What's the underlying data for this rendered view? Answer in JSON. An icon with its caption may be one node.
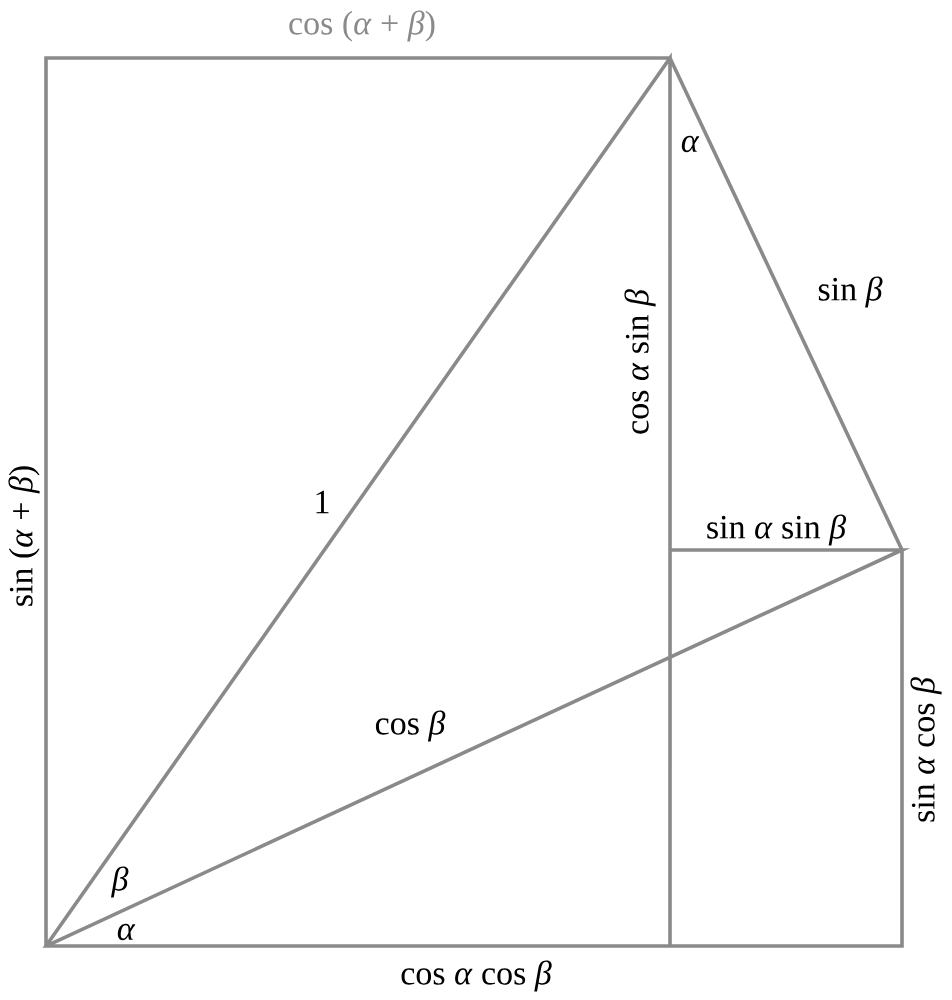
{
  "diagram": {
    "labels": [
      "cos (*α* + *β*)",
      "sin (*α* + *β*)",
      "*α*",
      "cos *α* sin *β*",
      "sin *β*",
      "sin *α* sin *β*",
      "1",
      "cos *β*",
      "sin *α* cos *β*",
      "*β*",
      "*α*",
      "cos *α* cos *β*"
    ]
  }
}
